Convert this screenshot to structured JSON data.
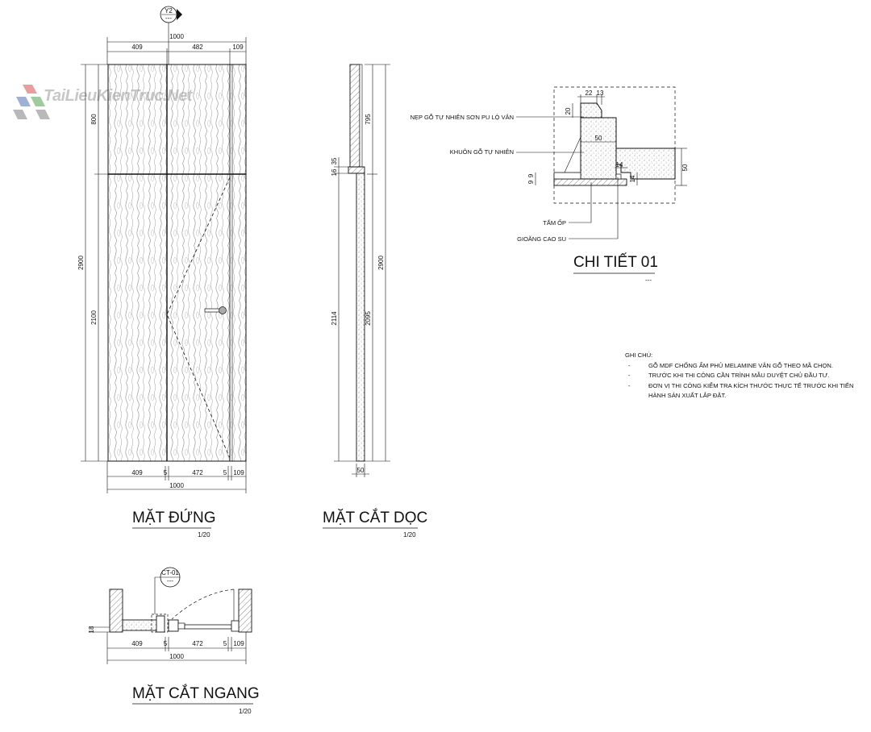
{
  "watermark": {
    "text": "TaiLieuKienTruc.Net"
  },
  "elevation": {
    "title": "MẶT ĐỨNG",
    "scale": "1/20",
    "marker_top": "Y2",
    "marker_bottom": "---",
    "top_total": "1000",
    "top_parts": [
      "409",
      "482",
      "109"
    ],
    "bottom_parts": [
      "409",
      "5",
      "472",
      "5",
      "109"
    ],
    "bottom_total": "1000",
    "left_outer": "2900",
    "left_top": "800",
    "left_bottom": "2100"
  },
  "section_v": {
    "title": "MẶT CẮT DỌC",
    "scale": "1/20",
    "dim_795": "795",
    "dim_2900": "2900",
    "dim_2095": "2095",
    "dim_2114": "2114",
    "dim_16": "16",
    "dim_35": "35",
    "dim_50": "50"
  },
  "detail": {
    "title": "CHI TIẾT 01",
    "sub": "---",
    "label_trim": "NẸP GỖ TỰ NHIÊN SƠN PU LỘ VÂN",
    "label_frame": "KHUÔN GỖ TỰ NHIÊN",
    "label_panel": "TẤM ỐP",
    "label_seal": "GIOĂNG CAO SU",
    "dim_22": "22",
    "dim_13": "13",
    "dim_20": "20",
    "dim_50a": "50",
    "dim_50b": "50",
    "dim_14a": "14",
    "dim_14b": "14",
    "dim_9a": "9",
    "dim_9b": "9"
  },
  "section_h": {
    "title": "MẶT CẮT NGANG",
    "scale": "1/20",
    "callout_top": "CT-01",
    "callout_bottom": "---",
    "dim_18": "18",
    "parts": [
      "409",
      "5",
      "472",
      "5",
      "109"
    ],
    "total": "1000"
  },
  "notes": {
    "heading": "GHI CHÚ:",
    "items": [
      "GỖ MDF CHỐNG ẨM PHỦ MELAMINE VÂN GỖ THEO MÃ CHỌN.",
      "TRƯỚC KHI THI CÔNG CẦN TRÌNH MẪU DUYỆT CHỦ ĐẦU TƯ.",
      "ĐƠN VỊ THI CÔNG KIỂM TRA KÍCH THƯỚC THỰC TẾ TRƯỚC KHI TIẾN HÀNH SẢN XUẤT LẮP ĐẶT."
    ]
  }
}
